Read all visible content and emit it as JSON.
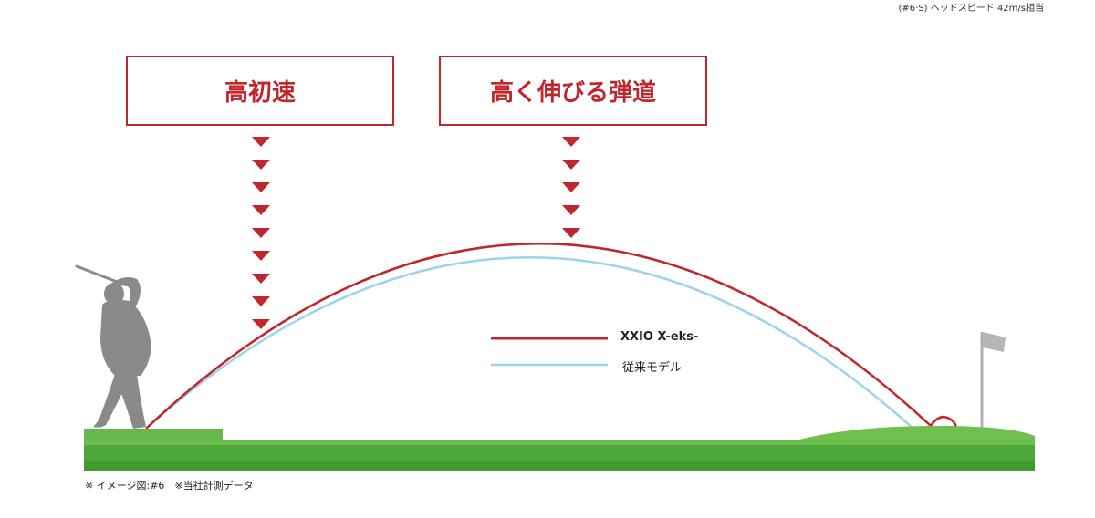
{
  "header_note": "(#6·S) ヘッドスピード 42m/s相当",
  "callouts": [
    {
      "label": "高初速"
    },
    {
      "label": "高く伸びる弾道"
    }
  ],
  "legend": [
    {
      "label": "XXIO X-eks-",
      "color": "#c0272d"
    },
    {
      "label": "従来モデル",
      "color": "#9fd3ea"
    }
  ],
  "footnote": "※ イメージ図:#6　※当社計測データ",
  "colors": {
    "accent": "#c0272d",
    "old_model": "#9fd3ea",
    "grass": "#4fa83a",
    "golfer": "#8a8a8a"
  },
  "icons": [
    "golfer-silhouette-icon",
    "flag-pin-icon",
    "down-triangle-icon"
  ]
}
